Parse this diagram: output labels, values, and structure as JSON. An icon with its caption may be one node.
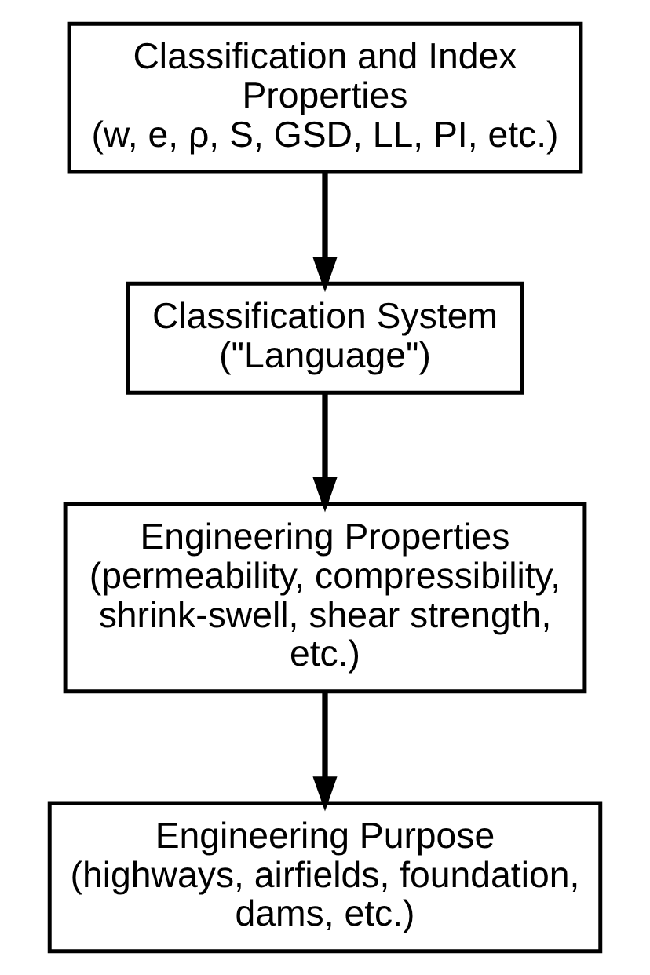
{
  "diagram": {
    "nodes": [
      {
        "text": [
          "Classification and Index Properties",
          "(w, e, ρ, S, GSD, LL, PI, etc.)"
        ]
      },
      {
        "text": [
          "Classification System",
          "(\"Language\")"
        ]
      },
      {
        "text": [
          "Engineering Properties",
          "(permeability, compressibility, shrink-swell, shear strength, etc.)"
        ]
      },
      {
        "text": [
          "Engineering Purpose",
          "(highways, airfields, foundation, dams, etc.)"
        ]
      }
    ],
    "edges": [
      {
        "from": 0,
        "to": 1,
        "arrow": "to"
      },
      {
        "from": 1,
        "to": 2,
        "arrow": "to"
      },
      {
        "from": 2,
        "to": 3,
        "arrow": "to"
      }
    ]
  }
}
